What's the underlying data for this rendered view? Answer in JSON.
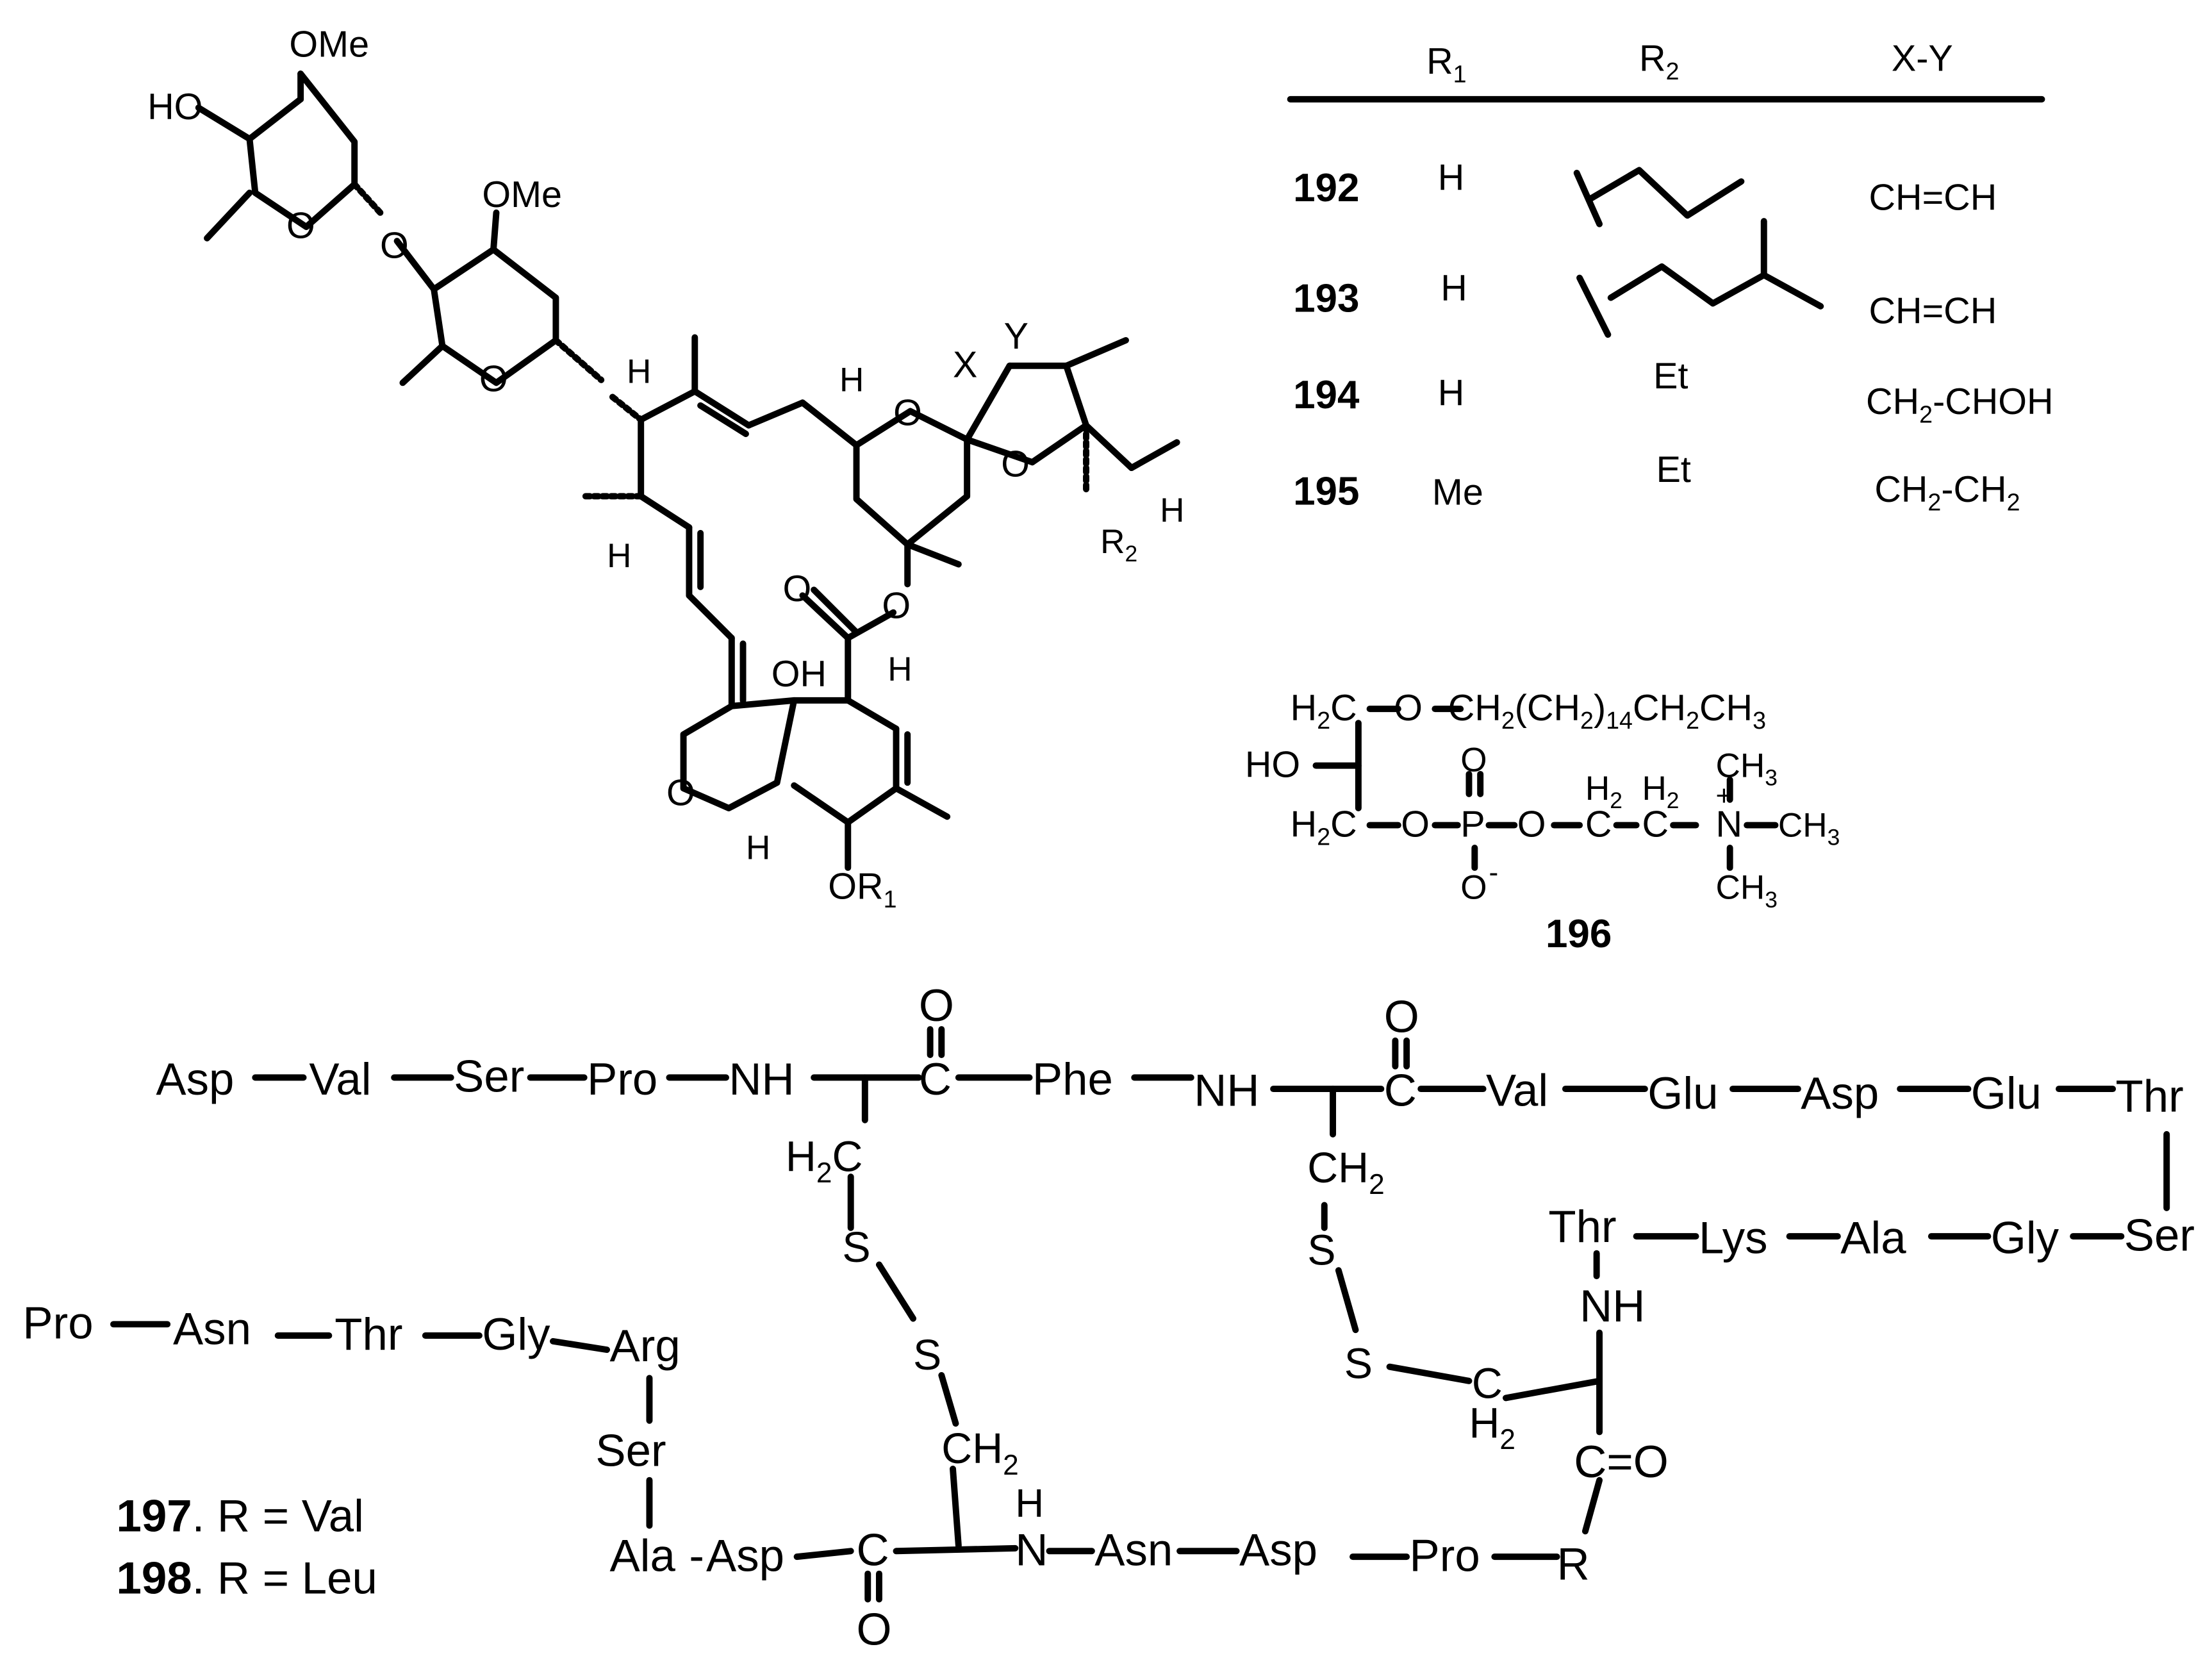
{
  "avermectin": {
    "labels": {
      "ome1": "OMe",
      "ho": "HO",
      "o_ring1": "O",
      "o_link": "O",
      "ome2": "OMe",
      "o_ring2": "O",
      "h1": "H",
      "h2": "H",
      "h3": "H",
      "o_ring3": "O",
      "x": "X",
      "y": "Y",
      "o_spiro": "O",
      "h_r2": "H",
      "r2": "R",
      "r2_sub": "2",
      "o_ester": "O",
      "o_carbonyl": "O",
      "oh": "OH",
      "h4": "H",
      "o_furan": "O",
      "h5": "H",
      "or1": "OR",
      "or1_sub": "1"
    }
  },
  "table": {
    "headers": {
      "r1": "R",
      "r1_sub": "1",
      "r2": "R",
      "r2_sub": "2",
      "xy": "X-Y"
    },
    "rows": [
      {
        "id": "192",
        "r1": "H",
        "xy": "CH=CH"
      },
      {
        "id": "193",
        "r1": "H",
        "xy": "CH=CH"
      },
      {
        "id": "194",
        "r1": "H",
        "r2": "Et",
        "xy_a": "CH",
        "xy_sub": "2",
        "xy_b": "-CHOH"
      },
      {
        "id": "195",
        "r1": "Me",
        "r2": "Et",
        "xy_a": "CH",
        "xy_sub": "2",
        "xy_b": "-CH",
        "xy_sub2": "2"
      }
    ]
  },
  "compound196": {
    "id": "196",
    "line1_a": "H",
    "line1_sub1": "2",
    "line1_b": "C",
    "line1_c": "O",
    "line1_d": "CH",
    "line1_sub2": "2",
    "line1_e": "(CH",
    "line1_sub3": "2",
    "line1_f": ")",
    "line1_sub4": "14",
    "line1_g": "CH",
    "line1_sub5": "2",
    "line1_h": "CH",
    "line1_sub6": "3",
    "ho": "HO",
    "line3_a": "H",
    "line3_sub1": "2",
    "line3_b": "C",
    "line3_c": "O",
    "line3_p": "P",
    "line3_o": "O",
    "line3_c2": "C",
    "line3_c3": "C",
    "line3_n": "N",
    "ch3_a": "CH",
    "ch3_sub": "3",
    "o_top": "O",
    "o_bottom": "O",
    "charge_minus": "-",
    "charge_plus": "+",
    "h2_a": "H",
    "h2_a_sub": "2",
    "h2_b": "H",
    "h2_b_sub": "2"
  },
  "peptide": {
    "top": [
      "Asp",
      "Val",
      "Ser",
      "Pro",
      "NH",
      "C",
      "Phe",
      "NH",
      "C",
      "Val",
      "Glu",
      "Asp",
      "Glu",
      "Thr"
    ],
    "o1": "O",
    "o2": "O",
    "h2c_1": "H",
    "h2c_1_sub": "2",
    "h2c_1_c": "C",
    "ch2_2": "CH",
    "ch2_2_sub": "2",
    "s": [
      "S",
      "S",
      "S",
      "S"
    ],
    "ch2_3": "CH",
    "ch2_3_sub": "2",
    "c_h2_c": "C",
    "c_h2_h": "H",
    "c_h2_sub": "2",
    "row2": [
      "Thr",
      "Lys",
      "Ala",
      "Gly",
      "Ser"
    ],
    "nh_side": "NH",
    "c_eq_o": "C=O",
    "row3": [
      "Pro",
      "Asn",
      "Thr",
      "Gly",
      "Arg"
    ],
    "vertical": [
      "Ser",
      "Ala"
    ],
    "bottom": [
      "Asp",
      "C",
      "H",
      "N",
      "Asn",
      "Asp",
      "Pro",
      "R"
    ],
    "o_bottom": "O",
    "legend197_id": "197",
    "legend197_text": ". R = Val",
    "legend198_id": "198",
    "legend198_text": ". R = Leu"
  }
}
